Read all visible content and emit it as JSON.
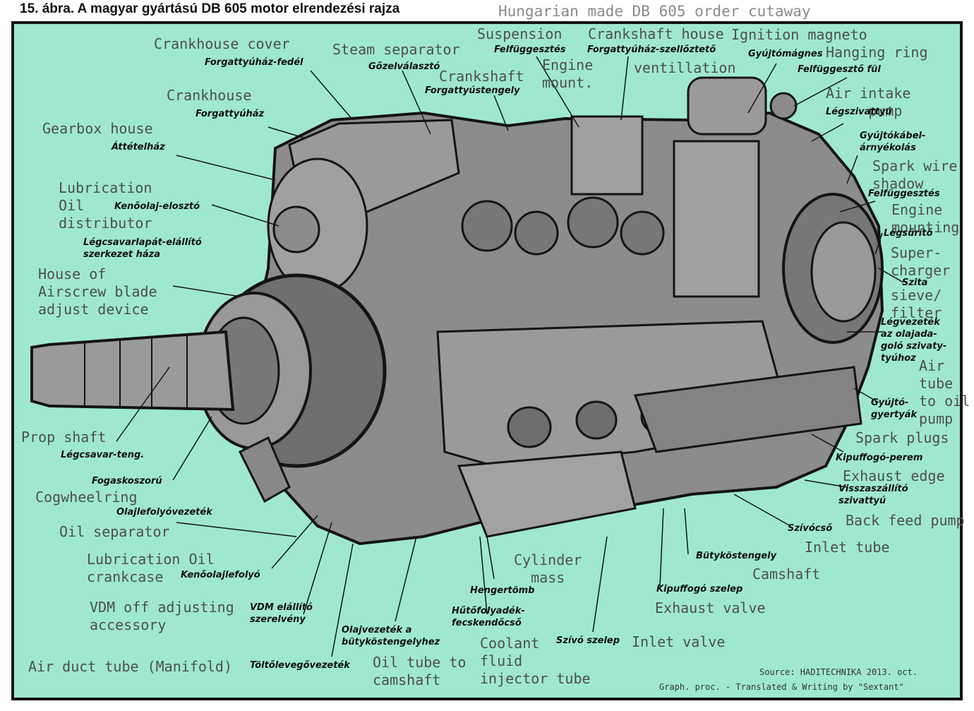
{
  "title": {
    "hungarian": "15. ábra. A magyar gyártású DB 605 motor elrendezési rajza",
    "english": "Hungarian made DB 605 order cutaway"
  },
  "labels": {
    "crankhouse_cover": {
      "en": "Crankhouse cover",
      "hu": "Forgattyúház-fedél"
    },
    "steam_separator": {
      "en": "Steam separator",
      "hu": "Gőzelválasztó"
    },
    "suspension": {
      "en": "Suspension",
      "hu": "Felfüggesztés"
    },
    "crankshaft_house": {
      "en": "Crankshaft house",
      "hu": "Forgattyúház-szellőztető"
    },
    "ventillation": {
      "en": "ventillation"
    },
    "ignition_magneto": {
      "en": "Ignition magneto",
      "hu": "Gyújtómágnes"
    },
    "hanging_ring": {
      "en": "Hanging ring",
      "hu": "Felfüggesztő fül"
    },
    "engine_mount": {
      "en": "Engine\nmount."
    },
    "crankshaft": {
      "en": "Crankshaft",
      "hu": "Forgattyústengely"
    },
    "crankhouse": {
      "en": "Crankhouse",
      "hu": "Forgattyúház"
    },
    "air_intake_pump": {
      "en": "Air intake\n     pump",
      "hu": "Légszivattyú"
    },
    "gearbox_house": {
      "en": "Gearbox house",
      "hu": "Áttételház"
    },
    "spark_wire_shadow": {
      "en": "Spark wire\nshadow",
      "hu": "Gyújtókábel-\nárnyékolás"
    },
    "engine_mounting": {
      "en": "Engine\nmounting",
      "hu": "Felfüggesztés"
    },
    "lubrication_oil_distributor": {
      "en": "Lubrication\nOil\ndistributor",
      "hu": "Kenőolaj-elosztó"
    },
    "supercharger": {
      "en": "Super-\ncharger",
      "hu": "Légsűrítő"
    },
    "airscrew_blade_house": {
      "en": "House of\nAirscrew blade\nadjust device",
      "hu": "Légcsavarlapát-elállító\nszerkezet háza"
    },
    "sieve_filter": {
      "en": "sieve/\nfilter",
      "hu": "Szita"
    },
    "air_tube_oil_pump": {
      "en": "Air\ntube\nto oil\npump",
      "hu": "Légvezeték\naz olajada-\ngoló szivaty-\ntyúhoz"
    },
    "spark_plugs": {
      "en": "Spark plugs",
      "hu": "Gyújtó-\ngyertyák"
    },
    "prop_shaft": {
      "en": "Prop shaft",
      "hu": "Légcsavar-teng."
    },
    "exhaust_edge": {
      "en": "Exhaust edge",
      "hu": "Kipuffogó-perem"
    },
    "cogwheelring": {
      "en": "Cogwheelring",
      "hu": "Fogaskoszorú"
    },
    "back_feed_pump": {
      "en": "Back feed pump",
      "hu": "Visszaszállító\nszivattyú"
    },
    "oil_separator": {
      "en": "Oil separator",
      "hu": "Olajlefolyóvezeték"
    },
    "inlet_tube": {
      "en": "Inlet tube",
      "hu": "Szívócső"
    },
    "lubrication_oil_crankcase": {
      "en": "Lubrication Oil\ncrankcase",
      "hu": "Kenőolajlefolyó"
    },
    "cylinder_mass": {
      "en": "Cylinder\n  mass",
      "hu": "Hengertömb"
    },
    "camshaft": {
      "en": "Camshaft",
      "hu": "Bütyköstengely"
    },
    "vdm_accessory": {
      "en": "VDM off adjusting\naccessory",
      "hu": "VDM elállító\nszerelvény"
    },
    "exhaust_valve": {
      "en": "Exhaust valve",
      "hu": "Kipuffogó szelep"
    },
    "coolant_injector": {
      "en": "Coolant\nfluid\ninjector tube",
      "hu": "Hűtőfolyadék-\nfecskendőcső"
    },
    "oil_tube_camshaft": {
      "en": "Oil tube to\ncamshaft",
      "hu": "Olajvezeték a\nbütyköstengelyhez"
    },
    "inlet_valve": {
      "en": "Inlet valve",
      "hu": "Szívó szelep"
    },
    "air_duct_tube": {
      "en": "Air duct tube (Manifold)",
      "hu": "Töltőlevegővezeték"
    }
  },
  "source": "Source: HADITECHNIKA 2013. oct.",
  "credit": "Graph. proc. - Translated & Writing by \"Sextant\"",
  "colors": {
    "background": "#9fe8cf",
    "engine": "#8a8a8a",
    "outline": "#141414",
    "english_text": "#4e4e4e",
    "hungarian_text": "#111111"
  }
}
